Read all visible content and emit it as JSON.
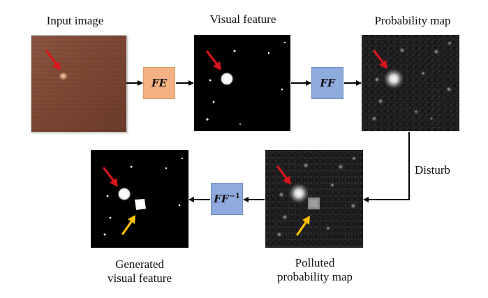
{
  "figure": {
    "colors": {
      "fe_box": "#f4b183",
      "ff_box": "#8faadc",
      "red_arrow": "#d9141c",
      "yellow_arrow": "#ffc000",
      "leather": "#7a4632",
      "flow_line": "#000000"
    },
    "top_row": {
      "input_caption": "Input image",
      "visual_caption": "Visual feature",
      "prob_caption": "Probability map",
      "fe_label": "FE",
      "ff_label": "FF"
    },
    "bottom_row": {
      "generated_caption_line1": "Generated",
      "generated_caption_line2": "visual feature",
      "polluted_caption_line1": "Polluted",
      "polluted_caption_line2": "probability map",
      "ffinv_label": "FF",
      "ffinv_sup": "−1"
    },
    "disturb_label": "Disturb"
  }
}
